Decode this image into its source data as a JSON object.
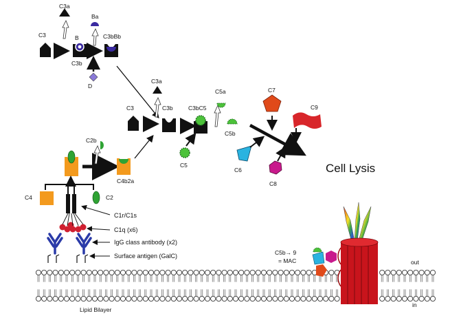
{
  "colors": {
    "black": "#111111",
    "orange": "#f39a1e",
    "green": "#2fa334",
    "blue_antibody": "#2a3aa8",
    "red_c1q": "#d02030",
    "c7_red": "#e04a1a",
    "c9_red": "#d8262a",
    "c6_cyan": "#2ab3e0",
    "c8_magenta": "#c81a8c",
    "c5_green": "#4cc23a",
    "b_purple": "#3a2aa0",
    "d_purple": "#8a7ad8",
    "mac_red": "#c8141c",
    "membrane": "#222222"
  },
  "alternative_pathway": {
    "c3a": "C3a",
    "ba": "Ba",
    "c3": "C3",
    "b": "B",
    "c3b": "C3b",
    "c3bbb": "C3bBb",
    "d": "D"
  },
  "convergence": {
    "c3a": "C3a",
    "c3": "C3",
    "c3b": "C3b",
    "c3bc5": "C3bC5",
    "c5a": "C5a",
    "c5": "C5",
    "c5b": "C5b"
  },
  "terminal": {
    "c7": "C7",
    "c9": "C9",
    "c6": "C6",
    "c8": "C8",
    "cell_lysis": "Cell Lysis"
  },
  "classical_pathway": {
    "c2b": "C2b",
    "c4": "C4",
    "c2": "C2",
    "c4b2a": "C4b2a"
  },
  "legend": {
    "c1r_c1s": "C1r/C1s",
    "c1q": "C1q (x6)",
    "igg": "IgG class antibody (x2)",
    "antigen": "Surface antigen (GalC)"
  },
  "membrane": {
    "mac_line1": "C5b→ 9",
    "mac_line2": "= MAC",
    "out": "out",
    "in": "in",
    "lipid": "Lipid Bilayer"
  }
}
